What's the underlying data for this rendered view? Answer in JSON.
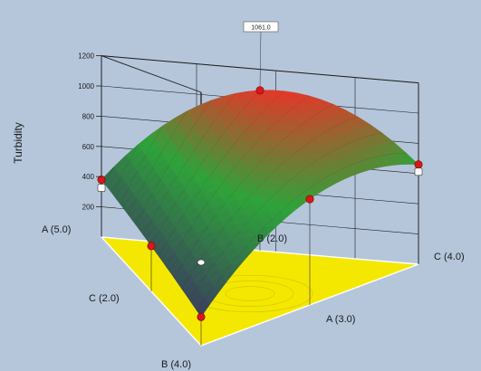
{
  "chart_data": {
    "type": "surface",
    "zlabel": "Turbidity",
    "zticks": [
      200,
      400,
      600,
      800,
      1000,
      1200
    ],
    "zlim": [
      0,
      1200
    ],
    "mixture_components": [
      "A",
      "B",
      "C"
    ],
    "vertex_labels": {
      "A": "A (5.0)",
      "B": "B (4.0)",
      "C": "C (4.0)"
    },
    "edge_labels": {
      "AC": "C (2.0)",
      "BC": "A (3.0)",
      "AB_back": "B (2.0)"
    },
    "flag_label": "1061.0",
    "surface_peak": 1061.0,
    "design_points": [
      {
        "point": "A vertex",
        "value": 380
      },
      {
        "point": "A-B edge midpoint",
        "value": 300
      },
      {
        "point": "B vertex",
        "value": 190
      },
      {
        "point": "A-C edge midpoint",
        "value": 1061
      },
      {
        "point": "B-C edge midpoint",
        "value": 700
      },
      {
        "point": "C vertex",
        "value": 660
      }
    ],
    "colors": {
      "low": "#3a3f5e",
      "mid": "#2ea33a",
      "high": "#e03a2a",
      "base": "#f5e800",
      "points": "#d81818"
    },
    "grid": true
  }
}
